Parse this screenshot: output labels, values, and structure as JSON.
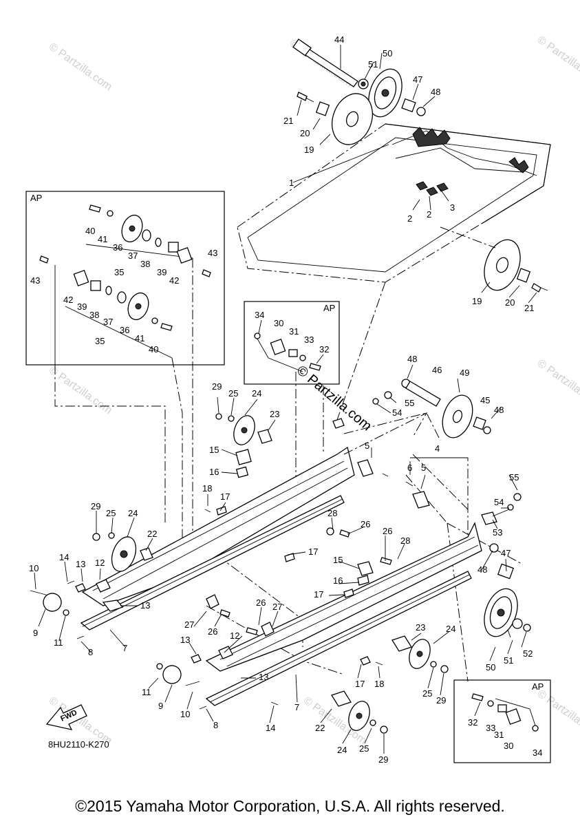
{
  "diagram_code": "8HU2110-K270",
  "copyright": "©2015 Yamaha Motor Corporation, U.S.A. All rights reserved.",
  "watermark": "© Partzilla.com",
  "fwd_label": "FWD",
  "ap_label": "AP",
  "callouts": [
    "44",
    "50",
    "51",
    "47",
    "48",
    "21",
    "20",
    "19",
    "1",
    "2",
    "3",
    "19",
    "20",
    "21",
    "40",
    "41",
    "36",
    "37",
    "38",
    "39",
    "42",
    "43",
    "43",
    "42",
    "39",
    "38",
    "37",
    "36",
    "41",
    "40",
    "35",
    "35",
    "34",
    "30",
    "31",
    "33",
    "32",
    "29",
    "25",
    "24",
    "23",
    "15",
    "16",
    "18",
    "17",
    "48",
    "46",
    "49",
    "55",
    "54",
    "5",
    "4",
    "6",
    "5",
    "45",
    "48",
    "54",
    "55",
    "53",
    "29",
    "25",
    "24",
    "22",
    "14",
    "13",
    "12",
    "10",
    "9",
    "11",
    "8",
    "7",
    "13",
    "28",
    "26",
    "17",
    "27",
    "26",
    "26",
    "28",
    "15",
    "16",
    "17",
    "48",
    "47",
    "26",
    "27",
    "12",
    "13",
    "13",
    "11",
    "9",
    "10",
    "8",
    "7",
    "14",
    "17",
    "18",
    "23",
    "24",
    "25",
    "29",
    "22",
    "24",
    "25",
    "29",
    "51",
    "50",
    "52",
    "32",
    "33",
    "31",
    "30",
    "34"
  ]
}
